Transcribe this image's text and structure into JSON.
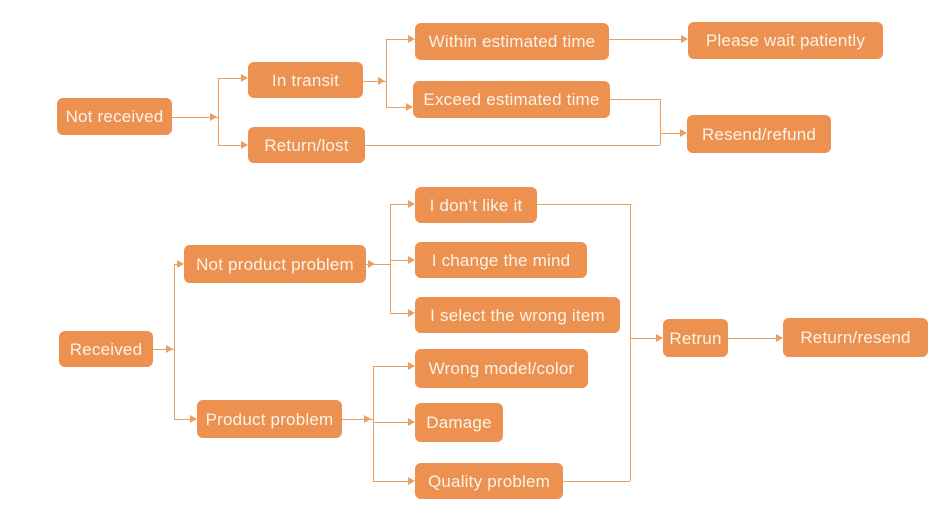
{
  "colors": {
    "bg": "#FFFFFF",
    "node_fill": "#EC9150",
    "node_text": "#FAF3E9",
    "line": "#E9A062"
  },
  "nodes": {
    "not_received": "Not received",
    "in_transit": "In transit",
    "return_lost": "Return/lost",
    "within_estimated_time": "Within estimated time",
    "exceed_estimated_time": "Exceed estimated time",
    "please_wait_patiently": "Please wait patiently",
    "resend_refund": "Resend/refund",
    "received": "Received",
    "not_product_problem": "Not product problem",
    "product_problem": "Product problem",
    "i_dont_like_it": "I don‘t like it",
    "i_change_the_mind": "I change the mind",
    "i_select_the_wrong_item": "I select the wrong item",
    "wrong_model_color": "Wrong model/color",
    "damage": "Damage",
    "quality_problem": "Quality problem",
    "retrun": "Retrun",
    "return_resend": "Return/resend"
  },
  "edges": [
    {
      "from": "Not received",
      "to": "In transit"
    },
    {
      "from": "Not received",
      "to": "Return/lost"
    },
    {
      "from": "In transit",
      "to": "Within estimated time"
    },
    {
      "from": "In transit",
      "to": "Exceed estimated time"
    },
    {
      "from": "Within estimated time",
      "to": "Please wait patiently"
    },
    {
      "from": "Exceed estimated time",
      "to": "Resend/refund"
    },
    {
      "from": "Return/lost",
      "to": "Resend/refund"
    },
    {
      "from": "Received",
      "to": "Not product problem"
    },
    {
      "from": "Received",
      "to": "Product problem"
    },
    {
      "from": "Not product problem",
      "to": "I don‘t like it"
    },
    {
      "from": "Not product problem",
      "to": "I change the mind"
    },
    {
      "from": "Not product problem",
      "to": "I select the wrong item"
    },
    {
      "from": "Product problem",
      "to": "Wrong model/color"
    },
    {
      "from": "Product problem",
      "to": "Damage"
    },
    {
      "from": "Product problem",
      "to": "Quality problem"
    },
    {
      "from": "I don‘t like it",
      "to": "Retrun"
    },
    {
      "from": "Quality problem",
      "to": "Retrun"
    },
    {
      "from": "Retrun",
      "to": "Return/resend"
    }
  ]
}
